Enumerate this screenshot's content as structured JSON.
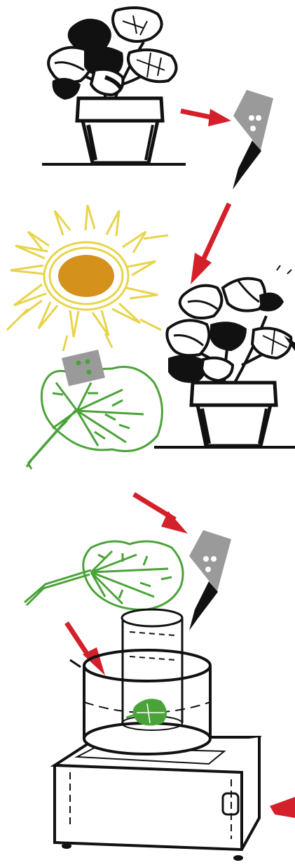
{
  "colors": {
    "ink": "#111111",
    "arrow": "#d4202a",
    "tape": "#9a9a9a",
    "sun_ring": "#e7d44a",
    "sun_core": "#d4921c",
    "leaf": "#4aa339",
    "background": "#ffffff"
  },
  "icons": [
    "potted-plant-icon",
    "tape-on-blade-icon",
    "sun-icon",
    "leaf-with-tape-icon",
    "arrow-icon",
    "leaf-icon",
    "beaker-on-stirrer-icon"
  ],
  "steps": [
    "plant-to-tape",
    "tape-applied-to-plant-in-light",
    "leaf-sampled-with-tape",
    "leaf-into-beaker-on-stirrer"
  ]
}
